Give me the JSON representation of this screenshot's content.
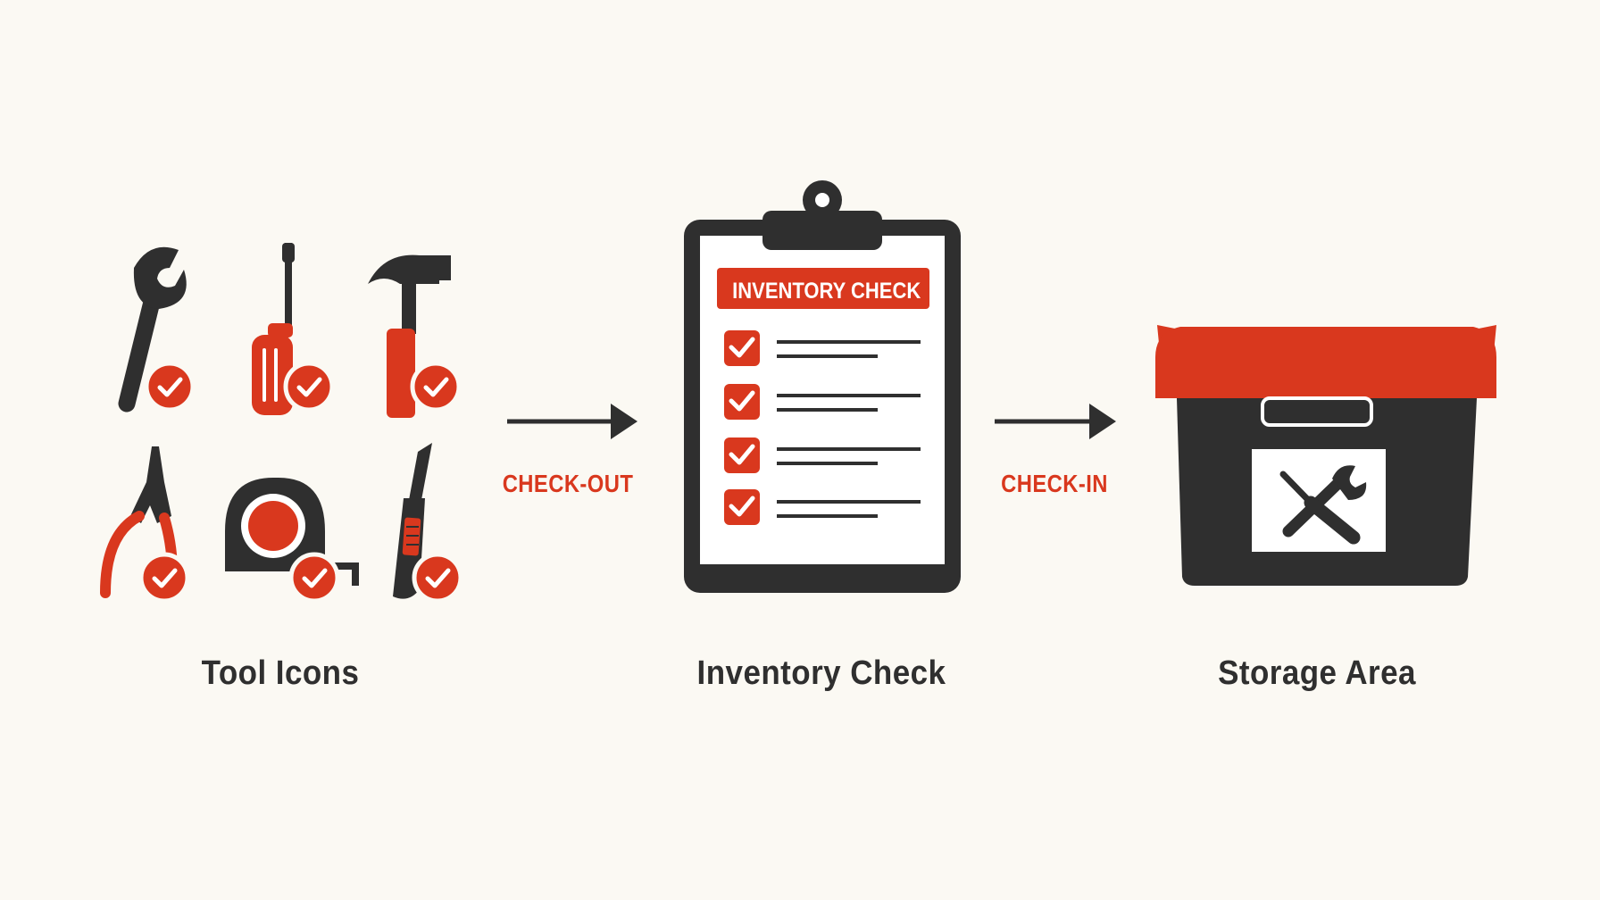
{
  "colors": {
    "accent": "#d9381e",
    "dark": "#2f2f2f",
    "paper": "#ffffff",
    "background": "#fbf9f3"
  },
  "tools": {
    "caption": "Tool Icons",
    "items": [
      {
        "name": "wrench",
        "icon": "wrench-icon",
        "checked": true
      },
      {
        "name": "screwdriver",
        "icon": "screwdriver-icon",
        "checked": true
      },
      {
        "name": "hammer",
        "icon": "hammer-icon",
        "checked": true
      },
      {
        "name": "pliers",
        "icon": "pliers-icon",
        "checked": true
      },
      {
        "name": "tape measure",
        "icon": "tape-measure-icon",
        "checked": true
      },
      {
        "name": "utility knife",
        "icon": "utility-knife-icon",
        "checked": true
      }
    ]
  },
  "flow": {
    "checkout_label": "CHECK-OUT",
    "checkin_label": "CHECK-IN"
  },
  "inventory": {
    "caption": "Inventory Check",
    "banner": "INVENTORY CHECK",
    "checklist_items": 4
  },
  "storage": {
    "caption": "Storage Area",
    "icon": "toolbox-icon"
  }
}
